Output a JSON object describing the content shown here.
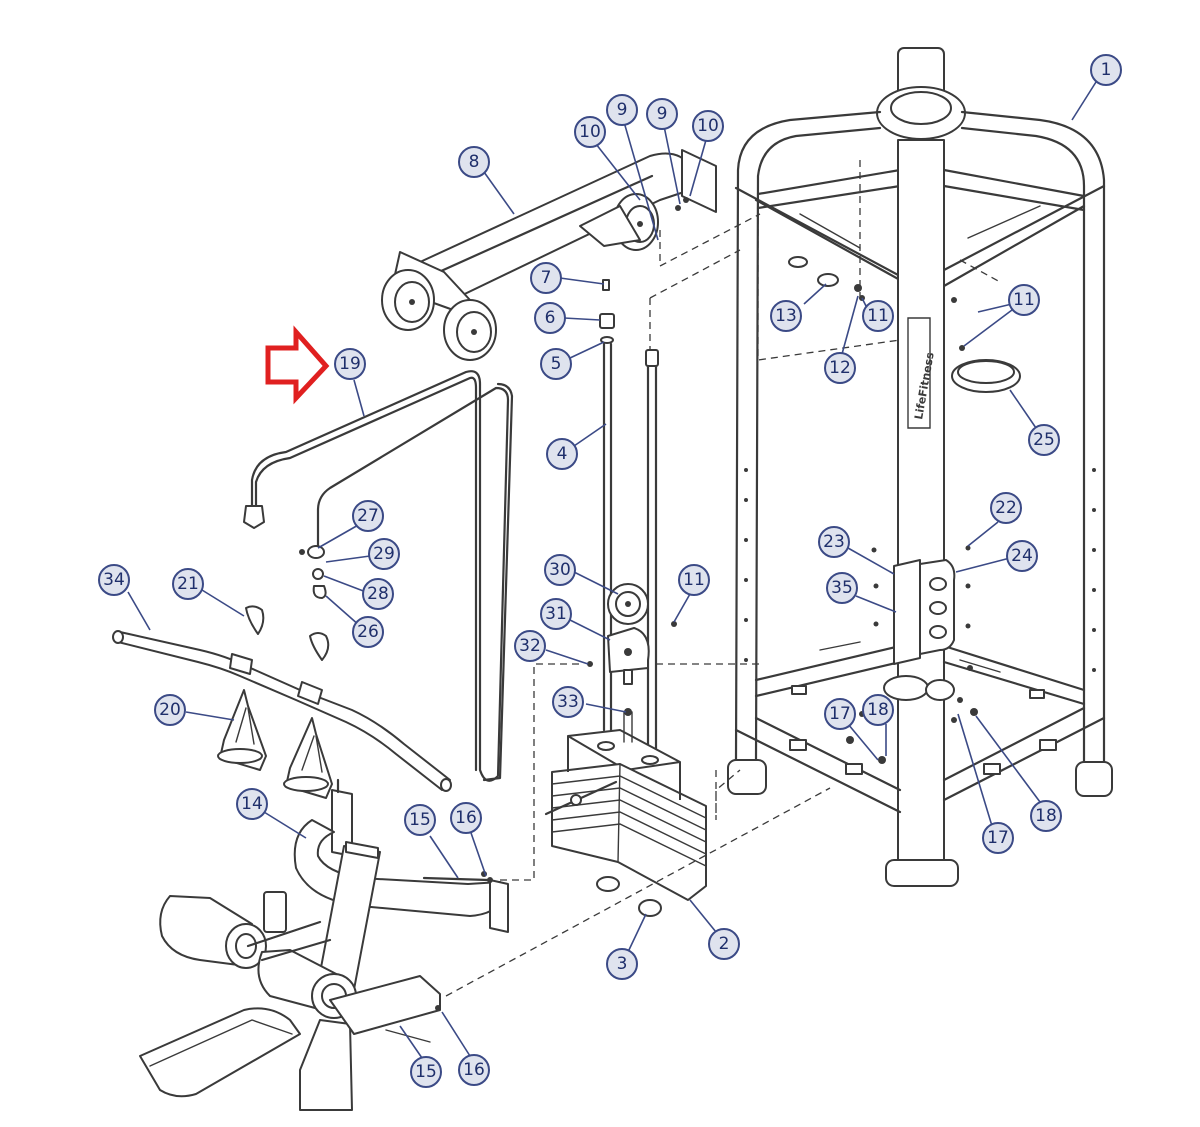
{
  "diagram": {
    "callouts": [
      {
        "id": "c1",
        "label": "1"
      },
      {
        "id": "c2",
        "label": "2"
      },
      {
        "id": "c3",
        "label": "3"
      },
      {
        "id": "c4",
        "label": "4"
      },
      {
        "id": "c5",
        "label": "5"
      },
      {
        "id": "c6",
        "label": "6"
      },
      {
        "id": "c7",
        "label": "7"
      },
      {
        "id": "c8",
        "label": "8"
      },
      {
        "id": "c9a",
        "label": "9"
      },
      {
        "id": "c9b",
        "label": "9"
      },
      {
        "id": "c10a",
        "label": "10"
      },
      {
        "id": "c10b",
        "label": "10"
      },
      {
        "id": "c11a",
        "label": "11"
      },
      {
        "id": "c11b",
        "label": "11"
      },
      {
        "id": "c11c",
        "label": "11"
      },
      {
        "id": "c12",
        "label": "12"
      },
      {
        "id": "c13",
        "label": "13"
      },
      {
        "id": "c14",
        "label": "14"
      },
      {
        "id": "c15a",
        "label": "15"
      },
      {
        "id": "c15b",
        "label": "15"
      },
      {
        "id": "c16a",
        "label": "16"
      },
      {
        "id": "c16b",
        "label": "16"
      },
      {
        "id": "c17a",
        "label": "17"
      },
      {
        "id": "c17b",
        "label": "17"
      },
      {
        "id": "c18a",
        "label": "18"
      },
      {
        "id": "c18b",
        "label": "18"
      },
      {
        "id": "c19",
        "label": "19"
      },
      {
        "id": "c20",
        "label": "20"
      },
      {
        "id": "c21",
        "label": "21"
      },
      {
        "id": "c22",
        "label": "22"
      },
      {
        "id": "c23",
        "label": "23"
      },
      {
        "id": "c24",
        "label": "24"
      },
      {
        "id": "c25",
        "label": "25"
      },
      {
        "id": "c26",
        "label": "26"
      },
      {
        "id": "c27",
        "label": "27"
      },
      {
        "id": "c28",
        "label": "28"
      },
      {
        "id": "c29",
        "label": "29"
      },
      {
        "id": "c30",
        "label": "30"
      },
      {
        "id": "c31",
        "label": "31"
      },
      {
        "id": "c32",
        "label": "32"
      },
      {
        "id": "c33",
        "label": "33"
      },
      {
        "id": "c34",
        "label": "34"
      },
      {
        "id": "c35",
        "label": "35"
      }
    ],
    "highlight": {
      "target": "19",
      "color": "#e02020"
    },
    "colors": {
      "bubble_fill": "#dfe3ee",
      "bubble_stroke": "#3b4a86",
      "bubble_text": "#1f2f6b",
      "line": "#3a3a3a"
    },
    "brand_mark": "LifeFitness"
  }
}
